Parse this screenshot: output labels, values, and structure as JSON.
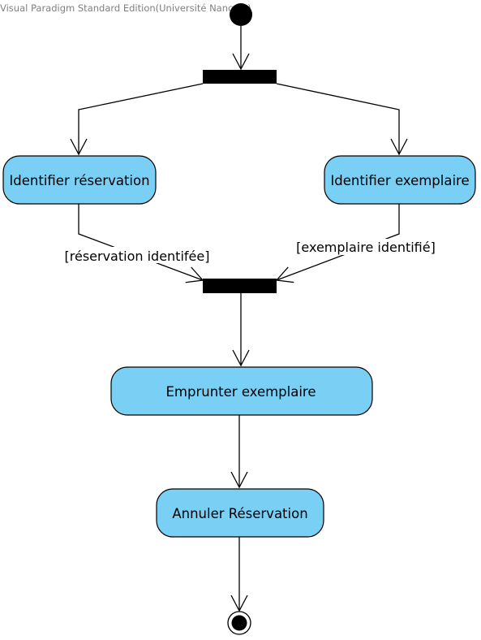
{
  "watermark": "Visual Paradigm Standard Edition(Université Nancy 2)",
  "colors": {
    "action_fill": "#7acff5",
    "action_stroke": "#000000",
    "bar_fill": "#000000",
    "text": "#000000",
    "watermark": "#808080"
  },
  "actions": {
    "identifier_reservation": "Identifier réservation",
    "identifier_exemplaire": "Identifier exemplaire",
    "emprunter_exemplaire": "Emprunter exemplaire",
    "annuler_reservation": "Annuler Réservation"
  },
  "guards": {
    "reservation_identifiee": "[réservation identifée]",
    "exemplaire_identifie": "[exemplaire identifié]"
  }
}
